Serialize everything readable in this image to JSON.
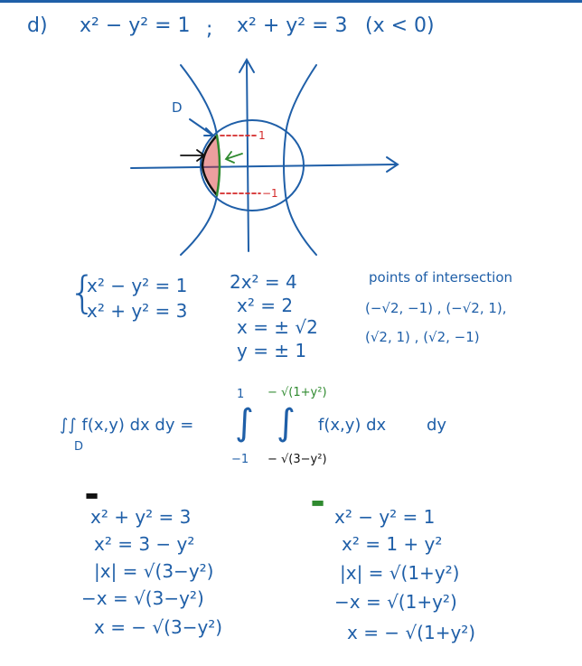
{
  "colors": {
    "ink": "#1f5fa8",
    "green": "#2f8a2f",
    "red": "#d42a2a",
    "black": "#111111",
    "accent_bar": "#1f5fa8"
  },
  "header": {
    "part": "d)",
    "eq1": "x² − y² = 1",
    "sep": ";",
    "eq2": "x² + y² = 3",
    "cond": "(x < 0)"
  },
  "sketch": {
    "region_label": "D",
    "top_label": "1",
    "bottom_label": "−1"
  },
  "system": {
    "eq1": "x² − y² = 1",
    "eq2": "x² + y² = 3"
  },
  "solve": {
    "s1": "2x² = 4",
    "s2": "x² = 2",
    "s3": "x = ± √2",
    "s4": "y = ± 1"
  },
  "intersections": {
    "title": "points of intersection",
    "row1": "(−√2, −1) , (−√2, 1),",
    "row2": "(√2, 1) , (√2, −1)"
  },
  "integral": {
    "lhs": "∫∫ f(x,y) dx dy =",
    "lhs_sub": "D",
    "int1": "∫",
    "int2": "∫",
    "outer_upper": "1",
    "outer_lower": "−1",
    "inner_upper": "− √(1+y²)",
    "inner_lower": "− √(3−y²)",
    "integrand": "f(x,y) dx",
    "outer_d": "dy"
  },
  "left_derivation": {
    "l1": "x² + y² = 3",
    "l2": "x² = 3 − y²",
    "l3": "|x| = √(3−y²)",
    "l4": "−x = √(3−y²)",
    "l5": "x = − √(3−y²)"
  },
  "right_derivation": {
    "l1": "x² − y² = 1",
    "l2": "x² = 1 + y²",
    "l3": "|x| = √(1+y²)",
    "l4": "−x = √(1+y²)",
    "l5": "x = − √(1+y²)"
  }
}
